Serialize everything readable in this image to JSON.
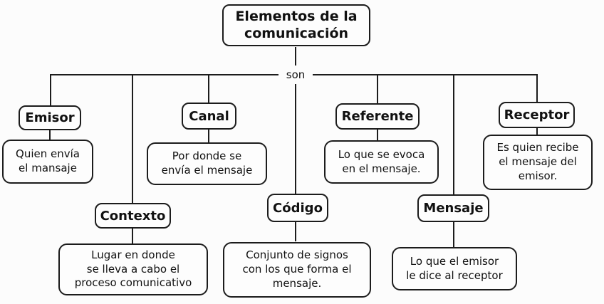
{
  "title": "Elementos de la\ncomunicación",
  "connector_label": "son",
  "colors": {
    "line": "#1c1c1c",
    "text": "#111111",
    "bg": "#fcfcfc",
    "box_bg": "#fdfdfd"
  },
  "nodes": {
    "emisor": {
      "label": "Emisor",
      "desc": "Quien envía\nel mansaje"
    },
    "contexto": {
      "label": "Contexto",
      "desc": "Lugar en donde\nse lleva a cabo el\nproceso comunicativo"
    },
    "canal": {
      "label": "Canal",
      "desc": "Por donde se\nenvía el mensaje"
    },
    "codigo": {
      "label": "Código",
      "desc": "Conjunto de signos\ncon los que forma el\nmensaje."
    },
    "referente": {
      "label": "Referente",
      "desc": "Lo que se evoca\nen el mensaje."
    },
    "mensaje": {
      "label": "Mensaje",
      "desc": "Lo que el emisor\nle dice al receptor"
    },
    "receptor": {
      "label": "Receptor",
      "desc": "Es quien recibe\nel mensaje del\nemisor."
    }
  }
}
